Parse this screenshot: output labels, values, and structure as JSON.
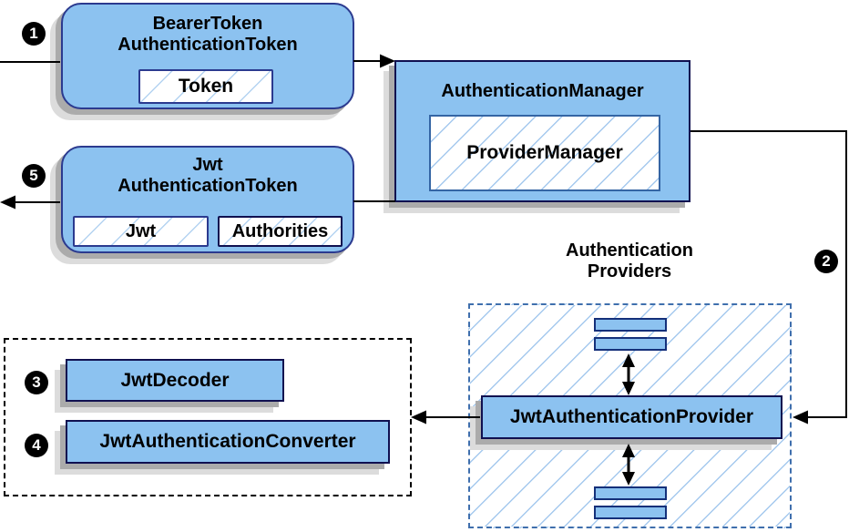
{
  "badges": [
    "1",
    "2",
    "3",
    "4",
    "5"
  ],
  "nodes": {
    "bearer_token": {
      "title1": "BearerToken",
      "title2": "AuthenticationToken",
      "chip": "Token"
    },
    "authentication_manager": {
      "title": "AuthenticationManager",
      "inner": "ProviderManager"
    },
    "jwt_token": {
      "title1": "Jwt",
      "title2": "AuthenticationToken",
      "chip1": "Jwt",
      "chip2": "Authorities"
    },
    "providers_group": {
      "label1": "Authentication",
      "label2": "Providers",
      "provider": "JwtAuthenticationProvider"
    },
    "decoder": {
      "label": "JwtDecoder"
    },
    "converter": {
      "label": "JwtAuthenticationConverter"
    }
  },
  "colors": {
    "box_fill": "#8cc2f0",
    "rounded_border": "#2b3a8f",
    "square_border": "#101050",
    "inner_border": "#3465a4",
    "hatch_line": "#a5c9ee",
    "providers_dash_border": "#3f6fad",
    "lower_dash_border": "#000000",
    "shadow_dark": "#ababab",
    "shadow_light": "#dcdcdc",
    "arrow": "#000000",
    "badge_bg": "#000000",
    "badge_text": "#ffffff"
  }
}
